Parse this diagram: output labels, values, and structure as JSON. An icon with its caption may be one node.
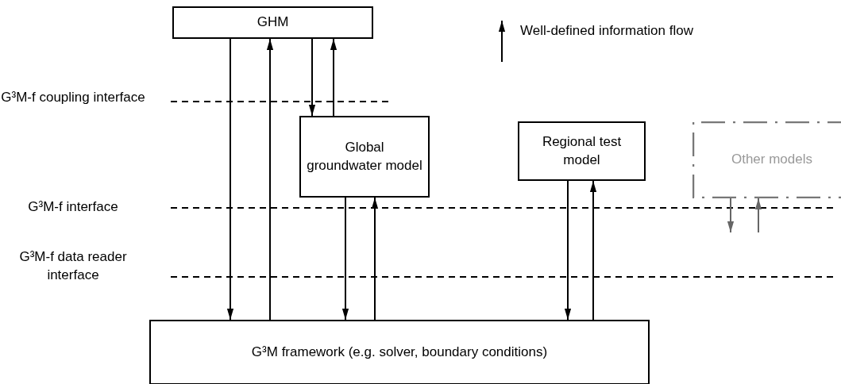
{
  "diagram": {
    "nodes": [
      {
        "text": [
          "GHM"
        ]
      },
      {
        "text": [
          "Global groundwater model"
        ]
      },
      {
        "text": [
          "Regional test model"
        ]
      },
      {
        "text": [
          "Other models"
        ]
      },
      {
        "text": [
          "G³M framework (e.g. solver, boundary conditions)"
        ]
      }
    ],
    "edges": [
      {
        "from": 0,
        "to": 4,
        "arrow": "to"
      },
      {
        "from": 4,
        "to": 0,
        "arrow": "to"
      },
      {
        "from": 0,
        "to": 1,
        "arrow": "to"
      },
      {
        "from": 1,
        "to": 0,
        "arrow": "to"
      },
      {
        "from": 1,
        "to": 4,
        "arrow": "to"
      },
      {
        "from": 4,
        "to": 1,
        "arrow": "to"
      },
      {
        "from": 2,
        "to": 4,
        "arrow": "to"
      },
      {
        "from": 4,
        "to": 2,
        "arrow": "to"
      },
      {
        "from": 3,
        "to": null,
        "arrow": "to",
        "color": "#666666"
      },
      {
        "from": null,
        "to": 3,
        "arrow": "to",
        "color": "#666666"
      }
    ],
    "labels": [
      "G³M-f coupling interface",
      "G³M-f interface",
      "G³M-f data reader interface"
    ],
    "legend": [
      {
        "text": "Well-defined information flow"
      }
    ]
  }
}
